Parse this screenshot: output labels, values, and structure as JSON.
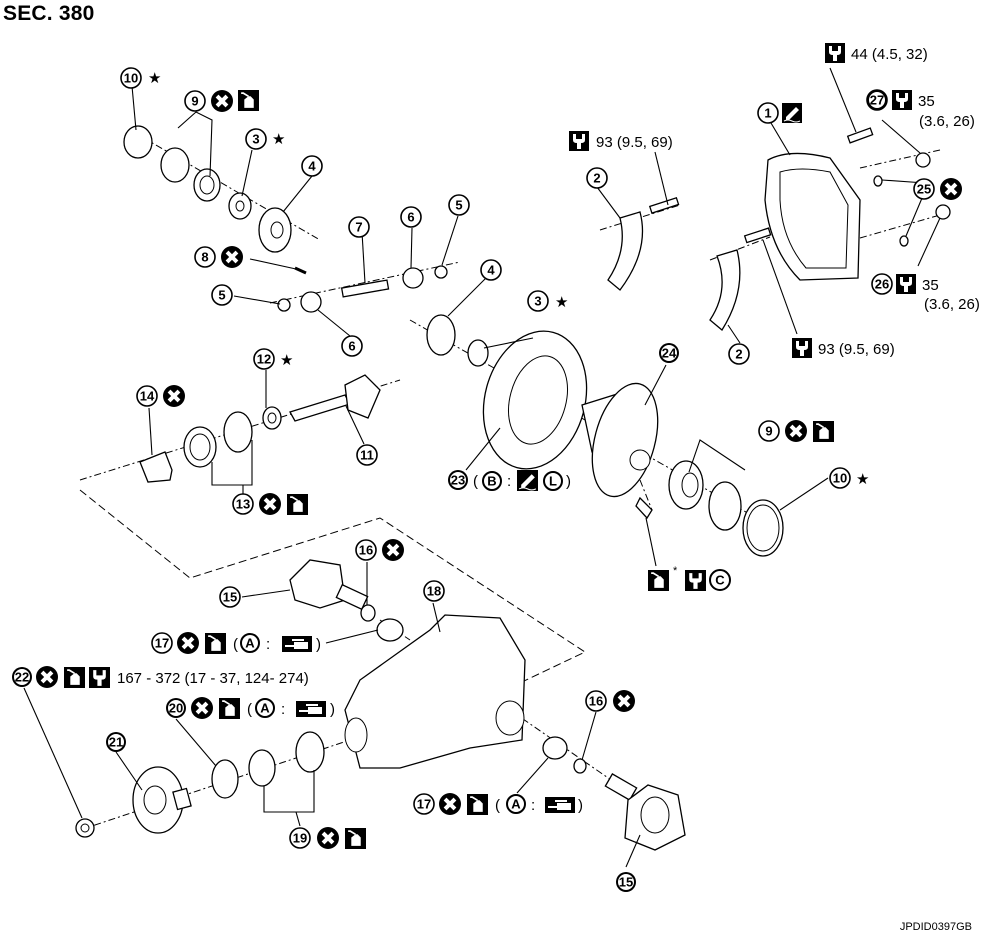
{
  "header": {
    "section_title": "SEC. 380"
  },
  "figure_code": "JPDID0397GB",
  "symbols": {
    "replace": "do-not-reuse-icon",
    "oil": "apply-gear-oil-icon",
    "torque": "tightening-torque-icon",
    "sealant": "apply-sealant-icon",
    "star": "selective-part-star",
    "grease_tool": "multi-purpose-grease-icon"
  },
  "callouts": [
    {
      "id": "10a",
      "num": "10",
      "notes": [
        "★"
      ]
    },
    {
      "id": "9a",
      "num": "9",
      "notes": [
        "replace",
        "oil"
      ]
    },
    {
      "id": "3a",
      "num": "3",
      "notes": [
        "★"
      ]
    },
    {
      "id": "4a",
      "num": "4",
      "notes": []
    },
    {
      "id": "8",
      "num": "8",
      "notes": [
        "replace"
      ]
    },
    {
      "id": "7",
      "num": "7",
      "notes": []
    },
    {
      "id": "6a",
      "num": "6",
      "notes": []
    },
    {
      "id": "5a",
      "num": "5",
      "notes": []
    },
    {
      "id": "5b",
      "num": "5",
      "notes": []
    },
    {
      "id": "6b",
      "num": "6",
      "notes": []
    },
    {
      "id": "4b",
      "num": "4",
      "notes": []
    },
    {
      "id": "3b",
      "num": "3",
      "notes": [
        "★"
      ]
    },
    {
      "id": "12",
      "num": "12",
      "notes": [
        "★"
      ]
    },
    {
      "id": "14",
      "num": "14",
      "notes": [
        "replace"
      ]
    },
    {
      "id": "11",
      "num": "11",
      "notes": []
    },
    {
      "id": "13",
      "num": "13",
      "notes": [
        "replace",
        "oil"
      ]
    },
    {
      "id": "1",
      "num": "1",
      "notes": [
        "sealant"
      ]
    },
    {
      "id": "27",
      "num": "27",
      "notes": [
        "torque"
      ]
    },
    {
      "id": "25",
      "num": "25",
      "notes": [
        "replace"
      ]
    },
    {
      "id": "26",
      "num": "26",
      "notes": [
        "torque"
      ]
    },
    {
      "id": "2a",
      "num": "2",
      "notes": []
    },
    {
      "id": "2b",
      "num": "2",
      "notes": []
    },
    {
      "id": "24",
      "num": "24",
      "notes": []
    },
    {
      "id": "23",
      "num": "23",
      "notes": []
    },
    {
      "id": "9b",
      "num": "9",
      "notes": [
        "replace",
        "oil"
      ]
    },
    {
      "id": "10b",
      "num": "10",
      "notes": [
        "★"
      ]
    },
    {
      "id": "15a",
      "num": "15",
      "notes": []
    },
    {
      "id": "16a",
      "num": "16",
      "notes": [
        "replace"
      ]
    },
    {
      "id": "18",
      "num": "18",
      "notes": []
    },
    {
      "id": "17a",
      "num": "17",
      "notes": [
        "replace",
        "oil"
      ]
    },
    {
      "id": "22",
      "num": "22",
      "notes": [
        "replace",
        "oil",
        "torque"
      ]
    },
    {
      "id": "20",
      "num": "20",
      "notes": [
        "replace",
        "oil"
      ]
    },
    {
      "id": "21",
      "num": "21",
      "notes": []
    },
    {
      "id": "19",
      "num": "19",
      "notes": [
        "replace",
        "oil"
      ]
    },
    {
      "id": "16b",
      "num": "16",
      "notes": [
        "replace"
      ]
    },
    {
      "id": "17b",
      "num": "17",
      "notes": [
        "replace",
        "oil"
      ]
    },
    {
      "id": "15b",
      "num": "15",
      "notes": []
    }
  ],
  "torque_specs": {
    "cover_bolt": "44 (4.5, 32)",
    "plug_27_line1": "35",
    "plug_27_line2": "(3.6, 26)",
    "plug_26_line1": "35",
    "plug_26_line2": "(3.6, 26)",
    "bearing_cap_upper": "93 (9.5, 69)",
    "bearing_cap_lower": "93 (9.5, 69)",
    "drive_pinion_nut": "167 - 372 (17 - 37, 124- 274)"
  },
  "notes": {
    "ring_gear_23": "( B : ",
    "ring_gear_23_end": " L )",
    "ring_gear_B": "B",
    "ring_gear_L": "L",
    "seal_A": "A",
    "ring_bolt_C": "C",
    "ring_bolt_asterisk": "*",
    "paren_open": "(",
    "paren_close": ")",
    "colon": ":"
  }
}
